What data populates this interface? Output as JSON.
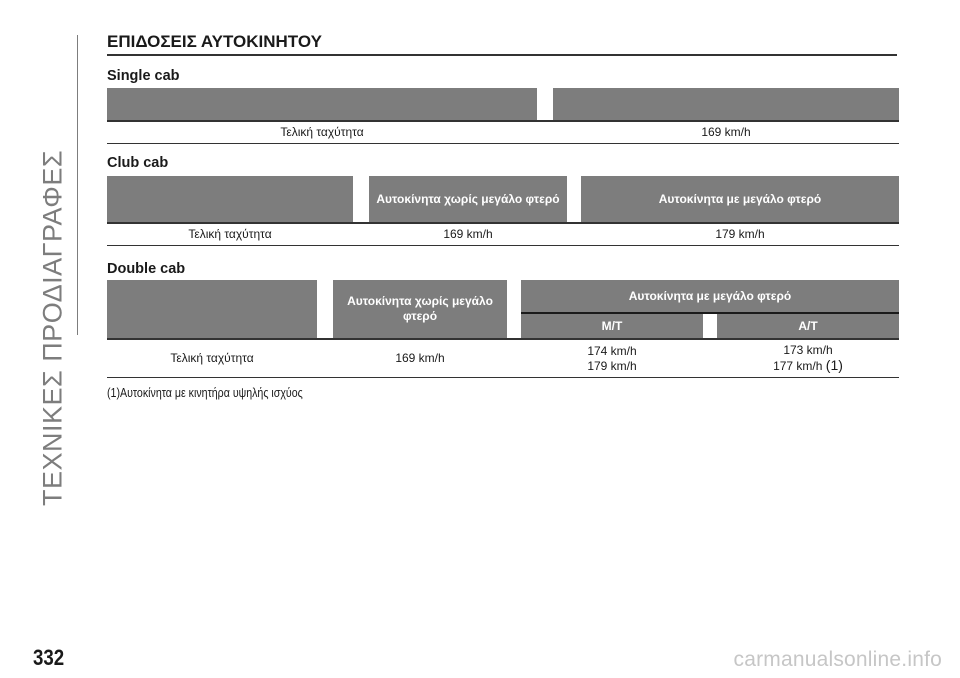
{
  "side_title": "ΤΕΧΝΙΚΕΣ ΠΡΟΔΙΑΓΡΑΦΕΣ",
  "page_title": "ΕΠΙΔΟΣΕΙΣ ΑΥΤΟΚΙΝΗΤΟΥ",
  "single_cab": {
    "label": "Single cab",
    "row_label": "Τελική ταχύτητα",
    "speed": "169 km/h"
  },
  "club_cab": {
    "label": "Club cab",
    "col_without": "Αυτοκίνητα χωρίς μεγάλο φτερό",
    "col_with": "Αυτοκίνητα με μεγάλο φτερό",
    "row_label": "Τελική ταχύτητα",
    "speed_without": "169 km/h",
    "speed_with": "179 km/h"
  },
  "double_cab": {
    "label": "Double cab",
    "col_without": "Αυτοκίνητα χωρίς μεγάλο φτερό",
    "col_with": "Αυτοκίνητα με μεγάλο φτερό",
    "sub_mt": "M/T",
    "sub_at": "A/T",
    "row_label": "Τελική ταχύτητα",
    "speed_without": "169 km/h",
    "mt_line1": "174 km/h",
    "mt_line2": "179 km/h",
    "at_line1": "173 km/h",
    "at_line2": "177 km/h",
    "note_mark": "(1)"
  },
  "footnote": "(1)Αυτοκίνητα με κινητήρα υψηλής ισχύος",
  "page_number": "332",
  "watermark": "carmanualsonline.info"
}
